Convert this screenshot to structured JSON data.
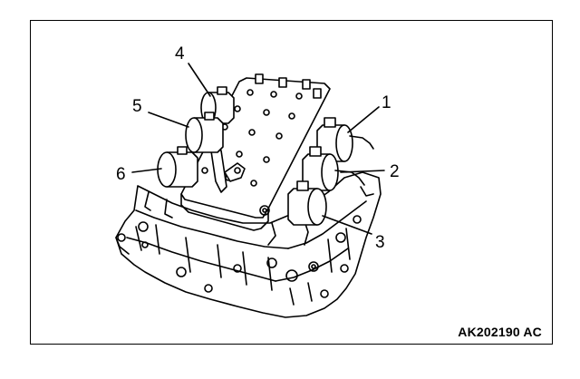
{
  "figure": {
    "reference_code": "AK202190 AC",
    "callouts": [
      {
        "id": "1",
        "label": "1"
      },
      {
        "id": "2",
        "label": "2"
      },
      {
        "id": "3",
        "label": "3"
      },
      {
        "id": "4",
        "label": "4"
      },
      {
        "id": "5",
        "label": "5"
      },
      {
        "id": "6",
        "label": "6"
      }
    ]
  }
}
